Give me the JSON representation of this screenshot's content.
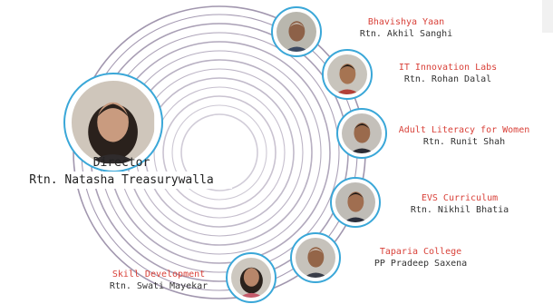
{
  "colors": {
    "accent": "#3aa7d8",
    "ring": "#9a8ea8",
    "title_red": "#d9423a"
  },
  "director": {
    "role": "Director",
    "name": "Rtn. Natasha Treasurywalla",
    "photo_icon": "person-portrait-icon"
  },
  "members": [
    {
      "title": "Bhavishya Yaan",
      "person": "Rtn. Akhil Sanghi",
      "photo_icon": "person-portrait-icon"
    },
    {
      "title": "IT Innovation Labs",
      "person": "Rtn. Rohan Dalal",
      "photo_icon": "person-portrait-icon"
    },
    {
      "title": "Adult Literacy for Women",
      "person": "Rtn. Runit Shah",
      "photo_icon": "person-portrait-icon"
    },
    {
      "title": "EVS Curriculum",
      "person": "Rtn. Nikhil Bhatia",
      "photo_icon": "person-portrait-icon"
    },
    {
      "title": "Taparia College",
      "person": "PP Pradeep Saxena",
      "photo_icon": "person-portrait-icon"
    },
    {
      "title": "Skill Development",
      "person": "Rtn. Swati Mayekar",
      "photo_icon": "person-portrait-icon"
    }
  ]
}
